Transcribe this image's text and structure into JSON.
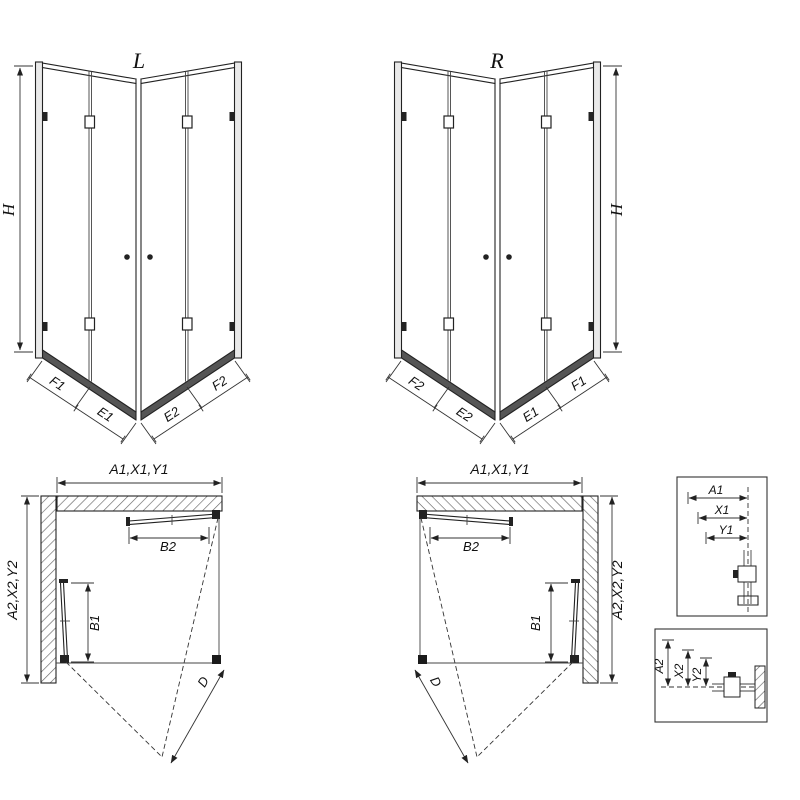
{
  "views": {
    "persp_left": {
      "label": "L",
      "height": "H",
      "segments": [
        "F1",
        "E1",
        "E2",
        "F2"
      ]
    },
    "persp_right": {
      "label": "R",
      "height": "H",
      "segments": [
        "F2",
        "E2",
        "E1",
        "F1"
      ]
    },
    "plan_left": {
      "width_dim": "A1,X1,Y1",
      "depth_dim": "A2,X2,Y2",
      "door_top": "B2",
      "door_side": "B1",
      "diagonal": "D"
    },
    "plan_right": {
      "width_dim": "A1,X1,Y1",
      "depth_dim": "A2,X2,Y2",
      "door_top": "B2",
      "door_side": "B1",
      "diagonal": "D"
    },
    "detail_top": {
      "dims": [
        "A1",
        "X1",
        "Y1"
      ]
    },
    "detail_bottom": {
      "dims": [
        "A2",
        "X2",
        "Y2"
      ]
    }
  }
}
